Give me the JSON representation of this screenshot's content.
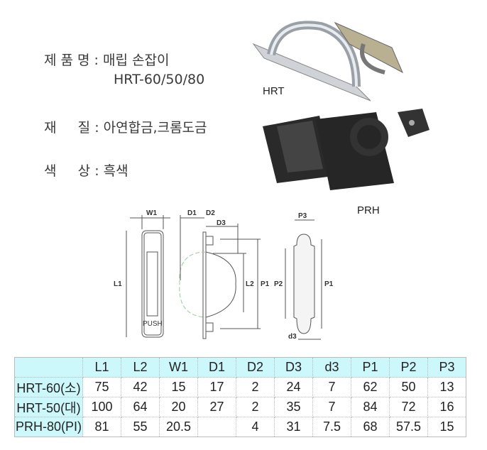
{
  "specs": {
    "name_label": "제 품 명 : 매립 손잡이",
    "model_line": "HRT-60/50/80",
    "material_label": "재     질 : 아연합금,크롬도금",
    "color_label": "색     상 : 흑색"
  },
  "photos": {
    "hrt_label": "HRT",
    "prh_label": "PRH"
  },
  "drawing": {
    "labels": {
      "W1": "W1",
      "D1": "D1",
      "D2": "D2",
      "D3": "D3",
      "P3": "P3",
      "L1": "L1",
      "L2": "L2",
      "P1": "P1",
      "P2": "P2",
      "P1b": "P1",
      "d3": "d3",
      "push": "PUSH"
    }
  },
  "table": {
    "headers": [
      "",
      "L1",
      "L2",
      "W1",
      "D1",
      "D2",
      "D3",
      "d3",
      "P1",
      "P2",
      "P3"
    ],
    "rows": [
      [
        "HRT-60(소)",
        "75",
        "42",
        "15",
        "17",
        "2",
        "24",
        "7",
        "62",
        "50",
        "13"
      ],
      [
        "HRT-50(대)",
        "100",
        "64",
        "20",
        "27",
        "2",
        "35",
        "7",
        "84",
        "72",
        "16"
      ],
      [
        "PRH-80(PI)",
        "81",
        "55",
        "20.5",
        "",
        "4",
        "31",
        "7.5",
        "68",
        "57.5",
        "15"
      ]
    ]
  }
}
